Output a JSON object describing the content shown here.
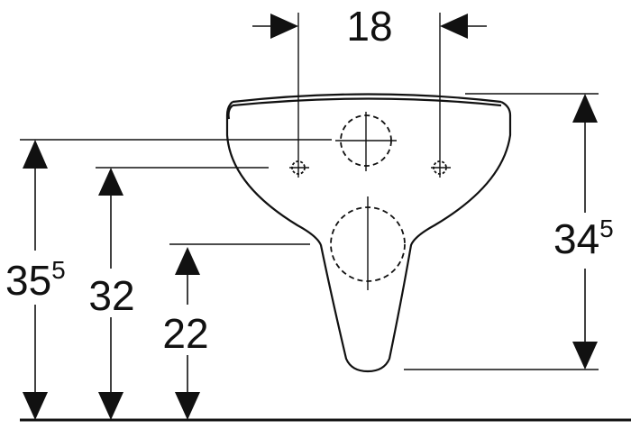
{
  "dimensions": {
    "top_width": {
      "value": "18"
    },
    "height_a": {
      "value": "35",
      "sup": "5"
    },
    "height_b": {
      "value": "32"
    },
    "height_c": {
      "value": "22"
    },
    "height_d": {
      "value": "34",
      "sup": "5"
    }
  },
  "colors": {
    "line": "#111111",
    "background": "#ffffff"
  }
}
